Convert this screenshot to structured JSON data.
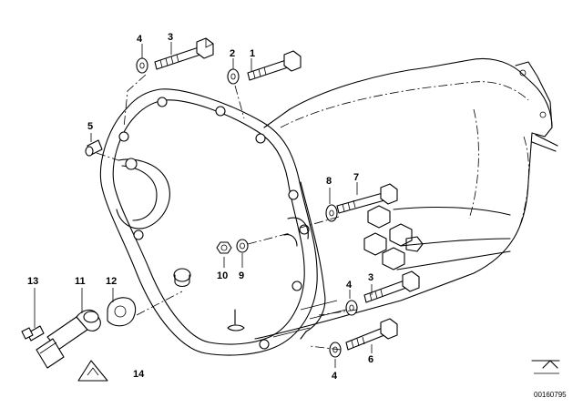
{
  "callouts": [
    {
      "id": "c1",
      "label": "1"
    },
    {
      "id": "c2",
      "label": "2"
    },
    {
      "id": "c3a",
      "label": "3"
    },
    {
      "id": "c4a",
      "label": "4"
    },
    {
      "id": "c5",
      "label": "5"
    },
    {
      "id": "c7",
      "label": "7"
    },
    {
      "id": "c8",
      "label": "8"
    },
    {
      "id": "c10",
      "label": "10"
    },
    {
      "id": "c9",
      "label": "9"
    },
    {
      "id": "c4b",
      "label": "4"
    },
    {
      "id": "c3b",
      "label": "3"
    },
    {
      "id": "c13",
      "label": "13"
    },
    {
      "id": "c11",
      "label": "11"
    },
    {
      "id": "c12",
      "label": "12"
    },
    {
      "id": "c6",
      "label": "6"
    },
    {
      "id": "c4c",
      "label": "4"
    },
    {
      "id": "c14",
      "label": "14"
    }
  ],
  "document_id": "00160795"
}
